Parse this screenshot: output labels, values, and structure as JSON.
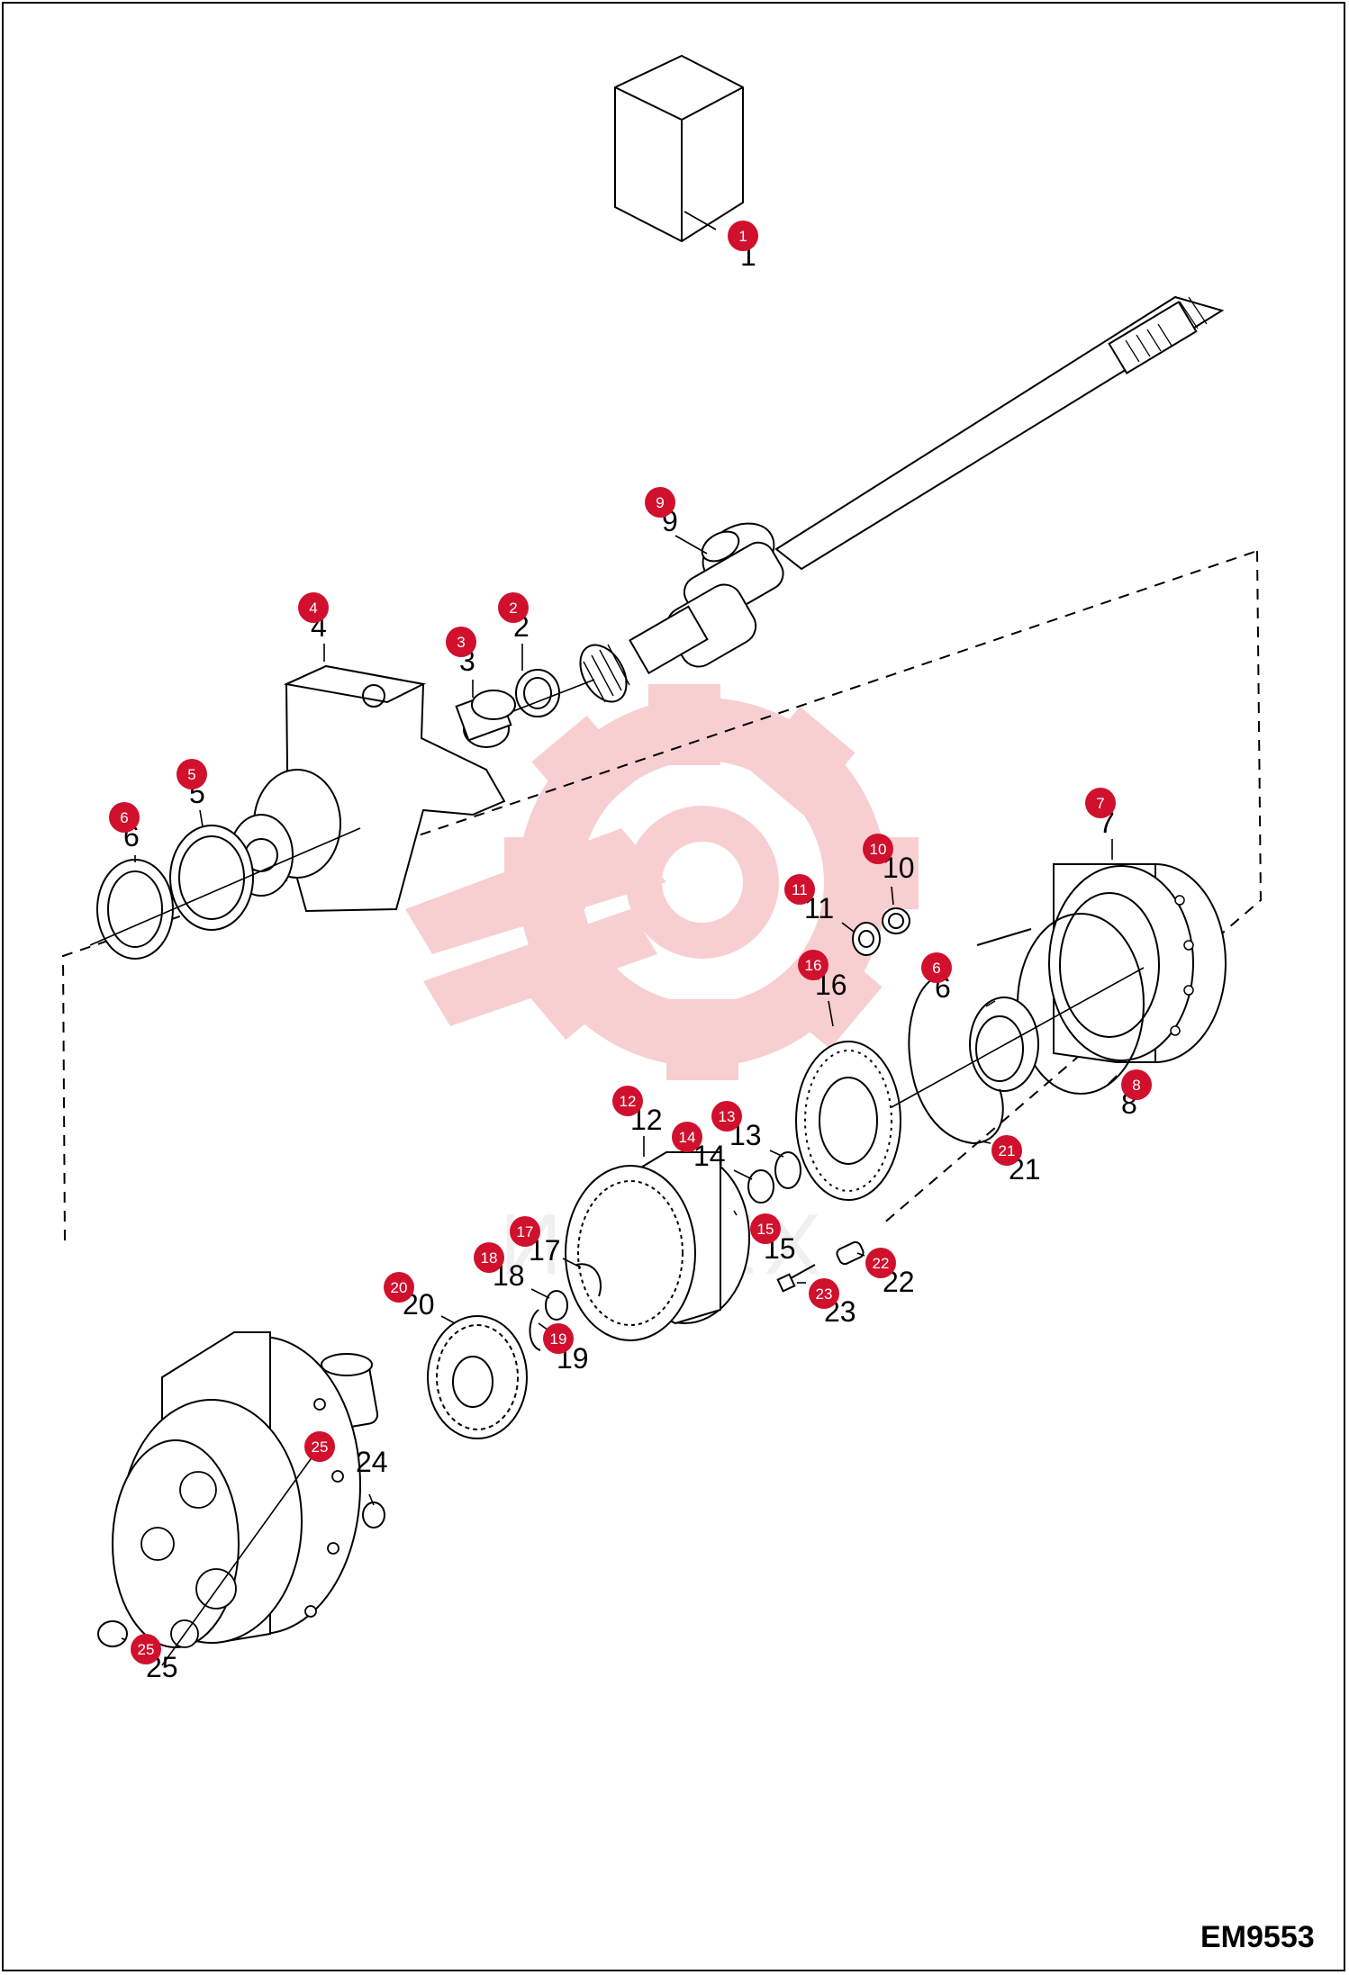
{
  "diagram": {
    "code": "EM9553",
    "accent_color": "#d0102d",
    "watermark_color": "#f7c7c9",
    "watermark_text": "ИНТЕХ",
    "callouts": [
      {
        "badge": "1",
        "label": "1"
      },
      {
        "badge": "2",
        "label": "2"
      },
      {
        "badge": "3",
        "label": "3"
      },
      {
        "badge": "4",
        "label": "4"
      },
      {
        "badge": "5",
        "label": "5"
      },
      {
        "badge": "6",
        "label": "6"
      },
      {
        "badge": "6",
        "label": "6"
      },
      {
        "badge": "7",
        "label": "7"
      },
      {
        "badge": "8",
        "label": "8"
      },
      {
        "badge": "9",
        "label": "9"
      },
      {
        "badge": "10",
        "label": "10"
      },
      {
        "badge": "11",
        "label": "11"
      },
      {
        "badge": "12",
        "label": "12"
      },
      {
        "badge": "13",
        "label": "13"
      },
      {
        "badge": "14",
        "label": "14"
      },
      {
        "badge": "15",
        "label": "15"
      },
      {
        "badge": "16",
        "label": "16"
      },
      {
        "badge": "17",
        "label": "17"
      },
      {
        "badge": "18",
        "label": "18"
      },
      {
        "badge": "19",
        "label": "19"
      },
      {
        "badge": "20",
        "label": "20"
      },
      {
        "badge": "21",
        "label": "21"
      },
      {
        "badge": "22",
        "label": "22"
      },
      {
        "badge": "23",
        "label": "23"
      },
      {
        "badge": "25",
        "label": "24"
      },
      {
        "badge": "25",
        "label": "25"
      }
    ]
  }
}
